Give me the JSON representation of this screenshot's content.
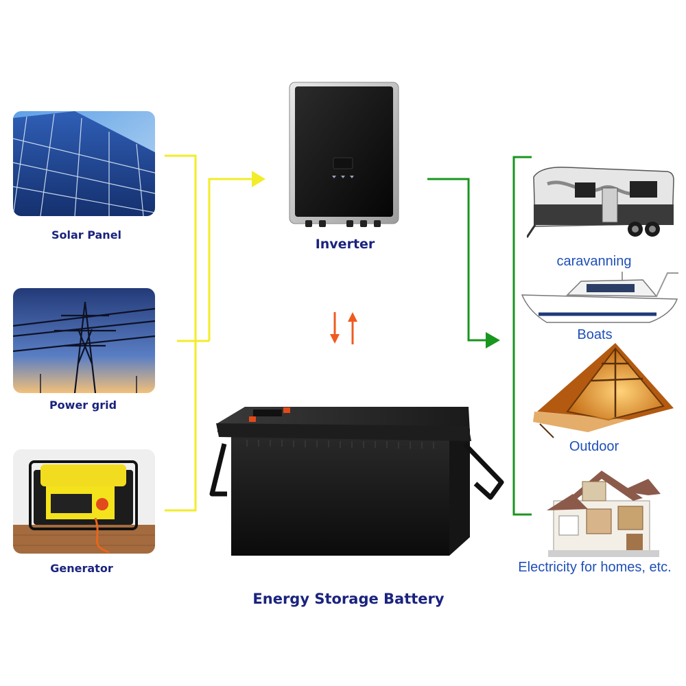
{
  "sources": [
    {
      "id": "solar",
      "label": "Solar Panel",
      "icon": "solar-panel-icon"
    },
    {
      "id": "grid",
      "label": "Power grid",
      "icon": "power-pylon-icon"
    },
    {
      "id": "generator",
      "label": "Generator",
      "icon": "generator-icon"
    }
  ],
  "inverter": {
    "label": "Inverter",
    "icon": "inverter-icon"
  },
  "battery": {
    "label": "Energy Storage Battery",
    "icon": "battery-icon"
  },
  "loads": [
    {
      "id": "caravan",
      "label": "caravanning",
      "icon": "caravan-icon"
    },
    {
      "id": "boat",
      "label": "Boats",
      "icon": "boat-icon"
    },
    {
      "id": "outdoor",
      "label": "Outdoor",
      "icon": "tent-icon"
    },
    {
      "id": "home",
      "label": "Electricity for homes, etc.",
      "icon": "house-icon"
    }
  ],
  "colors": {
    "input_line": "#f2ec2a",
    "output_line": "#18961e",
    "exchange_arrows": "#ee5b20",
    "label_dark": "#1a237e",
    "label_blue": "#1f4fb8"
  }
}
